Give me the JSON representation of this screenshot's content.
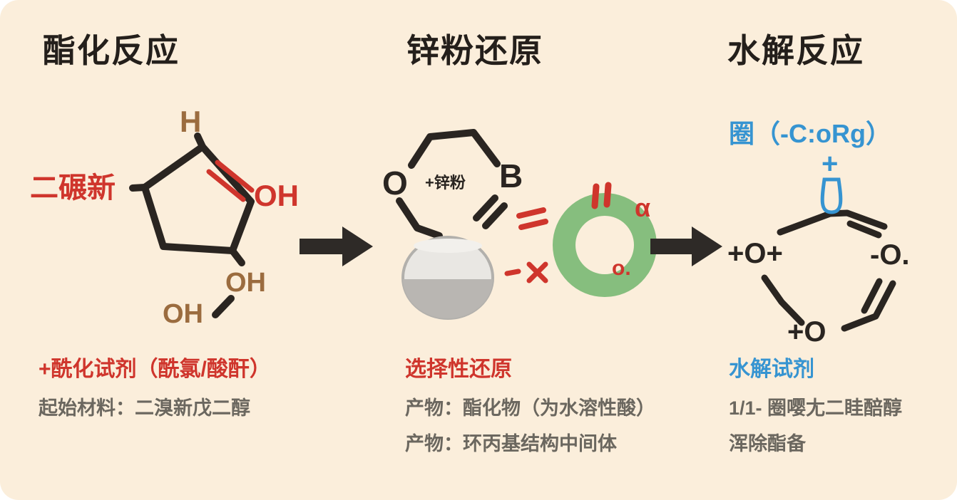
{
  "colors": {
    "background": "#fbeedb",
    "ink": "#2a2521",
    "red": "#cf352c",
    "brown": "#9b6c3f",
    "gray": "#6b675f",
    "blue": "#3694d1",
    "green": "#86be7e",
    "flask_gray": "#b9b6b2"
  },
  "panel1": {
    "title": "酯化反应",
    "label_left": "二碾新",
    "atom_h": "H",
    "oh_right": "OH",
    "oh_mid": "OH",
    "oh_bottom": "OH",
    "reagent": "+酰化试剂（酰氯/酸酐）",
    "note1": "起始材料：二溴新戊二醇"
  },
  "panel2": {
    "title": "锌粉还原",
    "atom_o": "O",
    "zinc": "+锌粉",
    "atom_b": "B",
    "alpha": "α",
    "o_dot": "o.",
    "reagent": "选择性还原",
    "note1": "产物：酯化物（为水溶性酸）",
    "note2": "产物：环丙基结构中间体"
  },
  "panel3": {
    "title": "水解反应",
    "formula": "圈（-C:oRg）",
    "plus": "+",
    "o_left": "+O+",
    "o_right": "-O.",
    "o_bottom": "+O",
    "reagent": "水解试剂",
    "note1": "1/1- 圈嘤尢二眭醅醇",
    "note2": "浑除酯备"
  }
}
